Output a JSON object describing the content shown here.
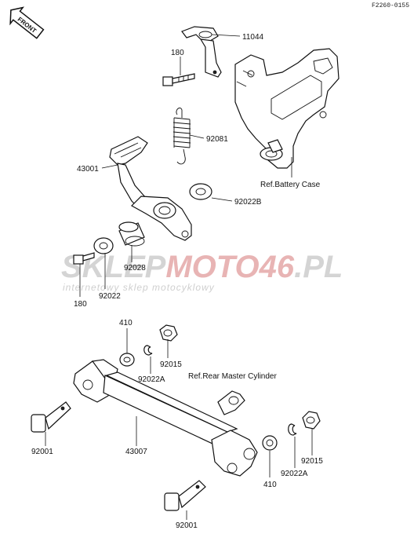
{
  "diagram_code": "F2260-0155",
  "front_label": "FRONT",
  "watermark": {
    "brand_left": "SKLEP",
    "brand_mid": "MOTO",
    "brand_num": "46",
    "brand_right": ".PL",
    "tagline": "internetowy sklep motocyklowy"
  },
  "parts": {
    "p11044": "11044",
    "p180_top": "180",
    "p92081": "92081",
    "p43001": "43001",
    "p92022B": "92022B",
    "p92028": "92028",
    "p92022": "92022",
    "p180_bottom": "180",
    "p410_top": "410",
    "p92015_top": "92015",
    "p92022A_top": "92022A",
    "p92001_left": "92001",
    "p43007": "43007",
    "p410_bottom": "410",
    "p92022A_bottom": "92022A",
    "p92015_bottom": "92015",
    "p92001_bottom": "92001"
  },
  "refs": {
    "battery_case": "Ref.Battery Case",
    "rear_master_cylinder": "Ref.Rear Master Cylinder"
  },
  "colors": {
    "watermark_gray": "#cfcfcf",
    "watermark_red": "#e8b4b4"
  }
}
